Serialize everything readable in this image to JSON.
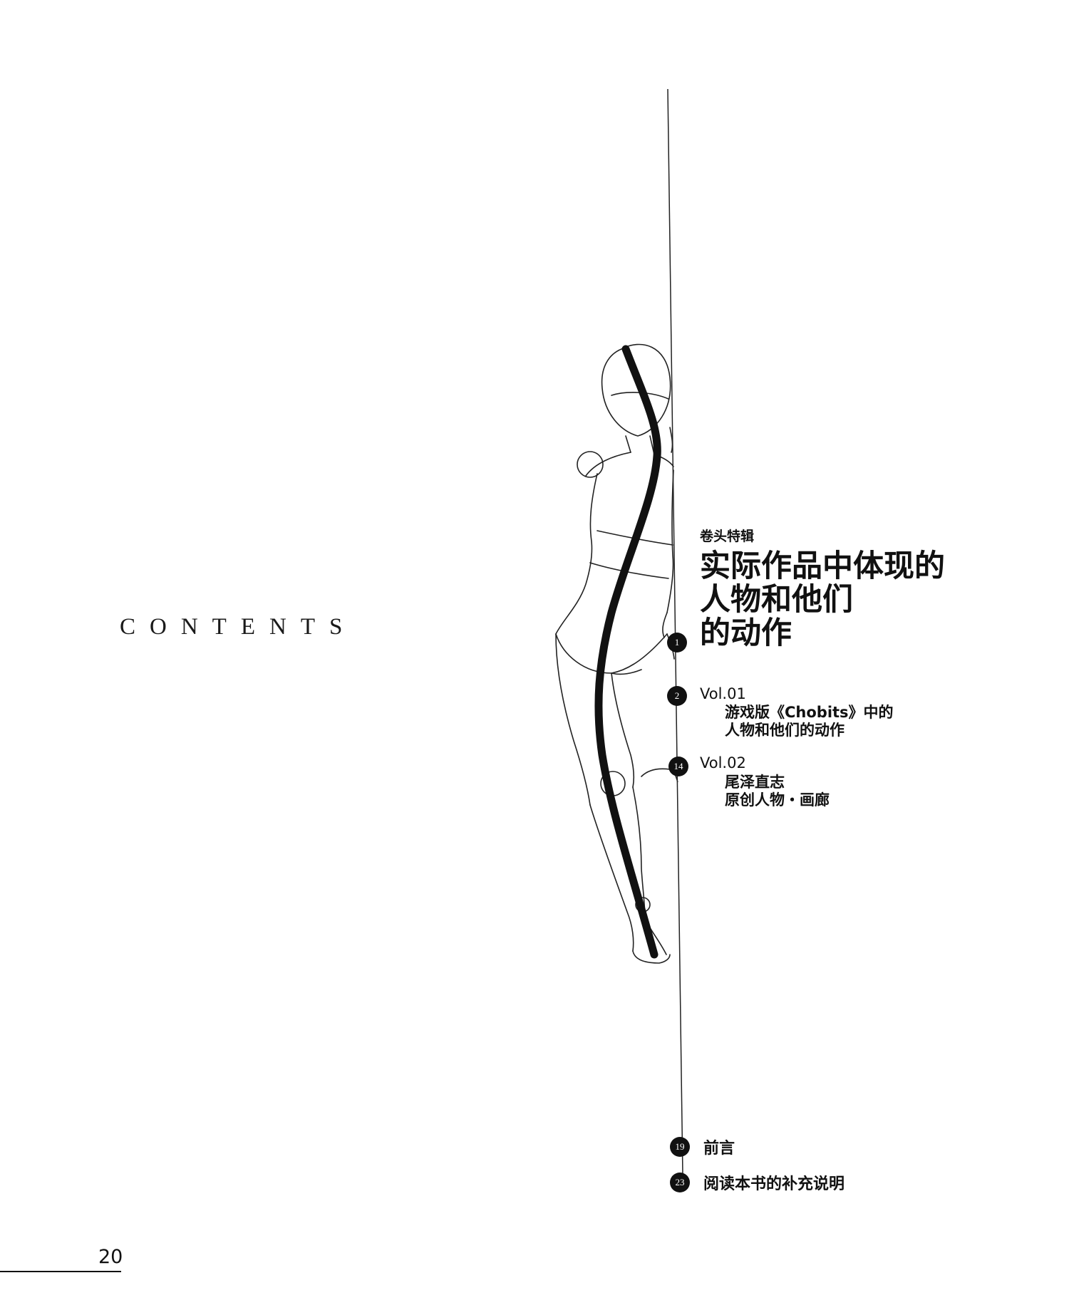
{
  "contents_title": "CONTENTS",
  "section_label": "卷头特辑",
  "feature": {
    "number": "1",
    "title_lines": [
      "实际作品中体现的",
      "人物和他们",
      "的动作"
    ]
  },
  "volumes": [
    {
      "number": "2",
      "label": "Vol.01",
      "lines": [
        "游戏版《Chobits》中的",
        "人物和他们的动作"
      ]
    },
    {
      "number": "14",
      "label": "Vol.02",
      "lines": [
        "尾泽直志",
        "原创人物・画廊"
      ]
    }
  ],
  "bottom_items": [
    {
      "number": "19",
      "label": "前言"
    },
    {
      "number": "23",
      "label": "阅读本书的补充说明"
    }
  ],
  "page_number": "20",
  "colors": {
    "ink": "#111111",
    "background": "#ffffff"
  }
}
